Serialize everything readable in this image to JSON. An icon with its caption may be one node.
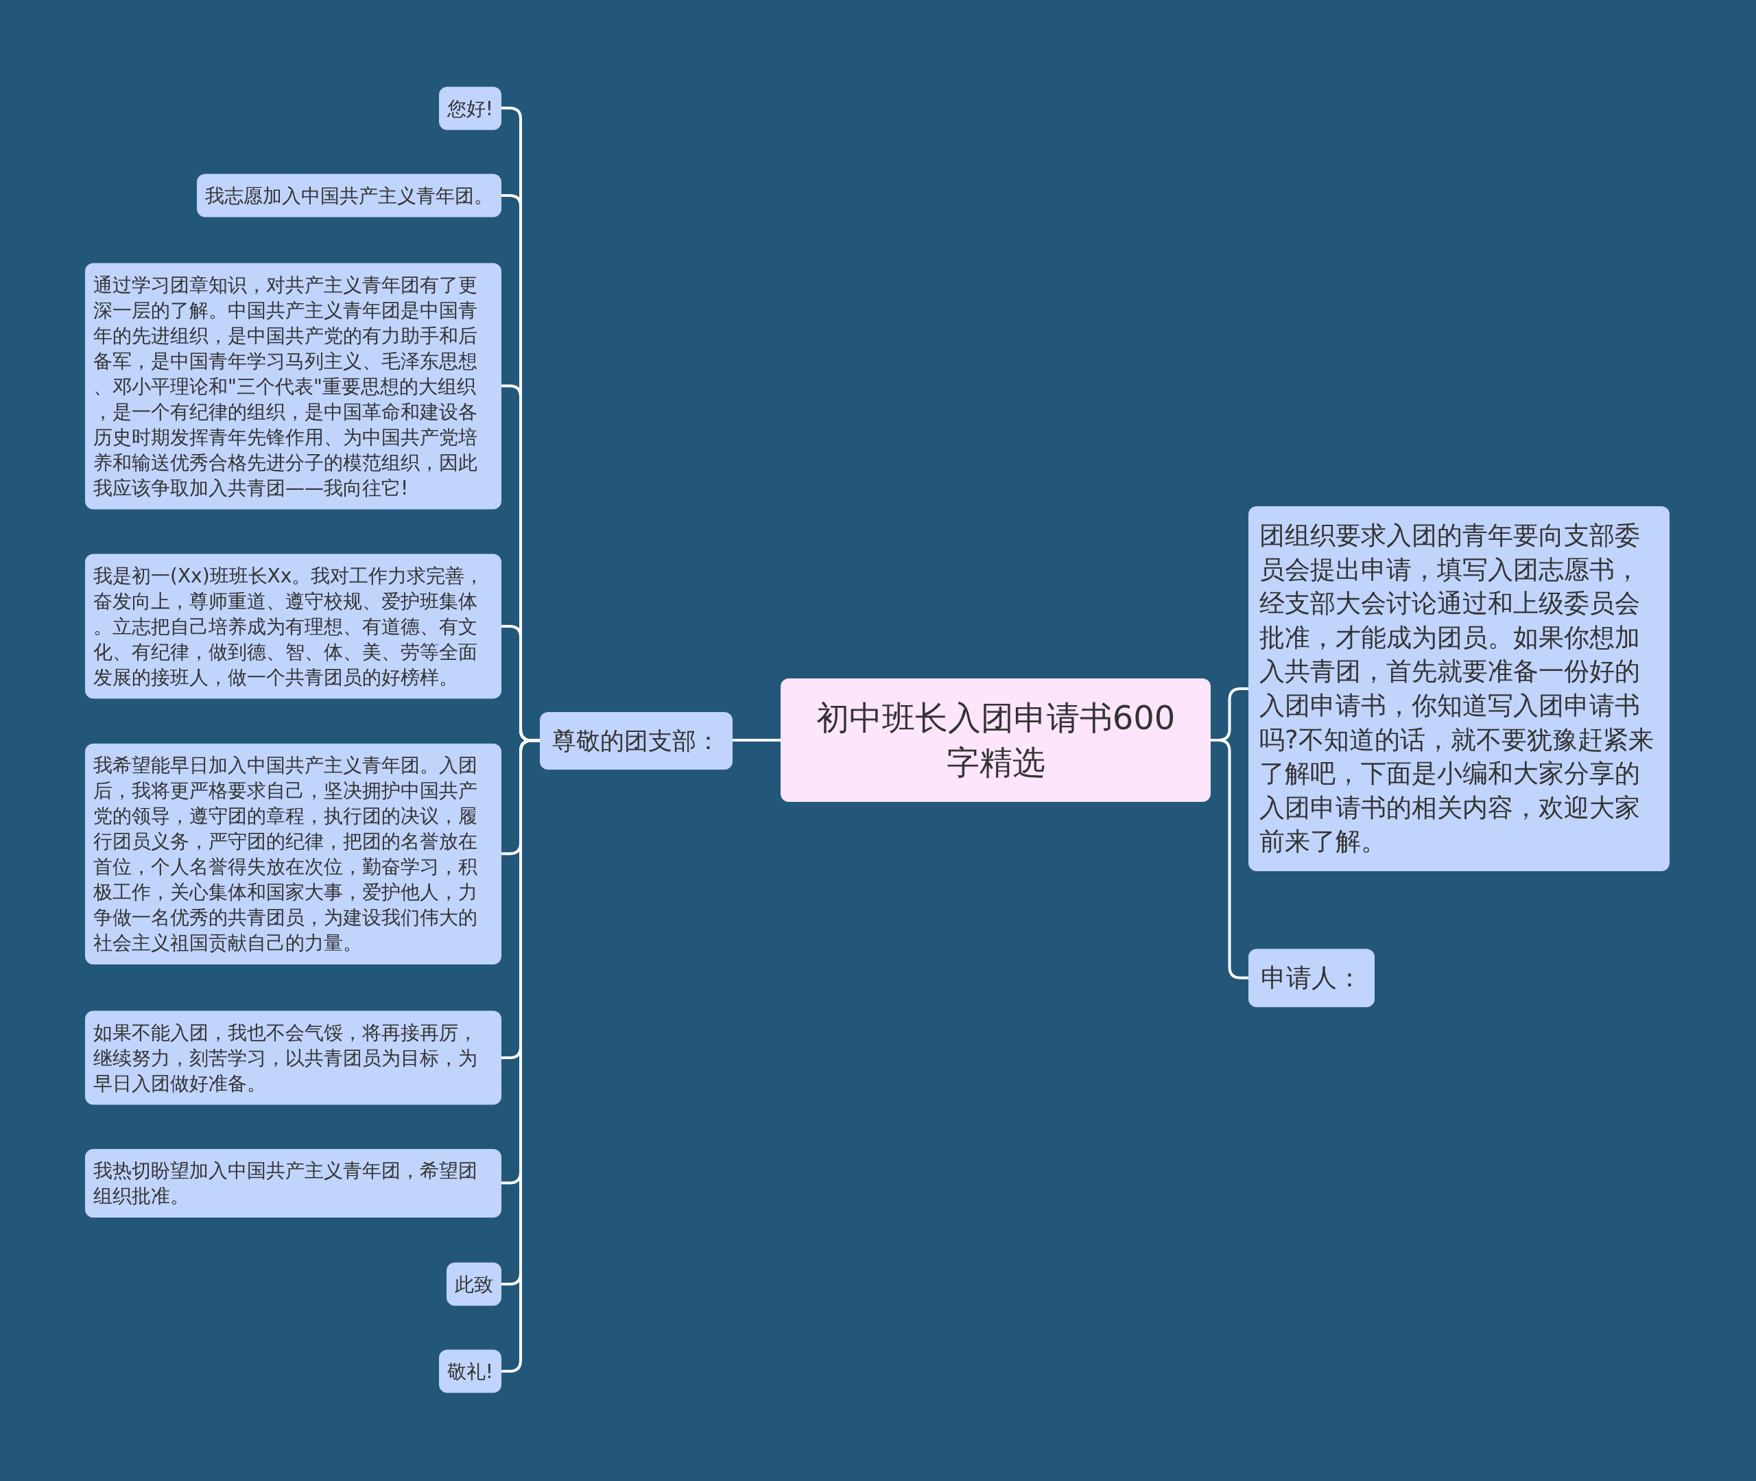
{
  "diagram": {
    "nodes": [
      {
        "text": [
          "初中班长入团申请书600字精选"
        ]
      },
      {
        "text": [
          "尊敬的团支部："
        ]
      },
      {
        "text": [
          "您好!"
        ]
      },
      {
        "text": [
          "我志愿加入中国共产主义青年团。"
        ]
      },
      {
        "text": [
          "通过学习团章知识，对共产主义青年团有了更深一层的了解。中国共产主义青年团是中国青年的先进组织，是中国共产党的有力助手和后备军，是中国青年学习马列主义、毛泽东思想、邓小平理论和\"三个代表\"重要思想的大组织，是一个有纪律的组织，是中国革命和建设各历史时期发挥青年先锋作用、为中国共产党培养和输送优秀合格先进分子的模范组织，因此我应该争取加入共青团——我向往它!"
        ]
      },
      {
        "text": [
          "我是初一(Xx)班班长Xx。我对工作力求完善，奋发向上，尊师重道、遵守校规、爱护班集体。立志把自己培养成为有理想、有道德、有文化、有纪律，做到德、智、体、美、劳等全面发展的接班人，做一个共青团员的好榜样。"
        ]
      },
      {
        "text": [
          "我希望能早日加入中国共产主义青年团。入团后，我将更严格要求自己，坚决拥护中国共产党的领导，遵守团的章程，执行团的决议，履行团员义务，严守团的纪律，把团的名誉放在首位，个人名誉得失放在次位，勤奋学习，积极工作，关心集体和国家大事，爱护他人，力争做一名优秀的共青团员，为建设我们伟大的社会主义祖国贡献自己的力量。"
        ]
      },
      {
        "text": [
          "如果不能入团，我也不会气馁，将再接再厉，继续努力，刻苦学习，以共青团员为目标，为早日入团做好准备。"
        ]
      },
      {
        "text": [
          "我热切盼望加入中国共产主义青年团，希望团组织批准。"
        ]
      },
      {
        "text": [
          "此致"
        ]
      },
      {
        "text": [
          "敬礼!"
        ]
      },
      {
        "text": [
          "团组织要求入团的青年要向支部委员会提出申请，填写入团志愿书，经支部大会讨论通过和上级委员会批准，才能成为团员。如果你想加入共青团，首先就要准备一份好的入团申请书，你知道写入团申请书吗?不知道的话，就不要犹豫赶紧来了解吧，下面是小编和大家分享的入团申请书的相关内容，欢迎大家前来了解。"
        ]
      },
      {
        "text": [
          "申请人："
        ]
      }
    ],
    "edges": [
      {
        "from": 0,
        "to": 1,
        "arrow": "none"
      },
      {
        "from": 1,
        "to": 2,
        "arrow": "none"
      },
      {
        "from": 1,
        "to": 3,
        "arrow": "none"
      },
      {
        "from": 1,
        "to": 4,
        "arrow": "none"
      },
      {
        "from": 1,
        "to": 5,
        "arrow": "none"
      },
      {
        "from": 1,
        "to": 6,
        "arrow": "none"
      },
      {
        "from": 1,
        "to": 7,
        "arrow": "none"
      },
      {
        "from": 1,
        "to": 8,
        "arrow": "none"
      },
      {
        "from": 1,
        "to": 9,
        "arrow": "none"
      },
      {
        "from": 1,
        "to": 10,
        "arrow": "none"
      },
      {
        "from": 0,
        "to": 11,
        "arrow": "none"
      },
      {
        "from": 0,
        "to": 12,
        "arrow": "none"
      }
    ]
  }
}
